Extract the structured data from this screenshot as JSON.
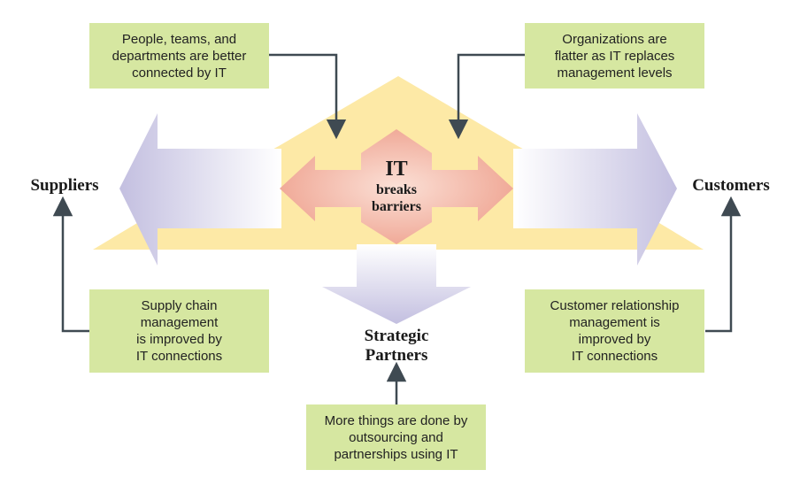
{
  "nodes": {
    "it_title": "IT",
    "it_subtitle": "breaks\nbarriers",
    "suppliers": "Suppliers",
    "customers": "Customers",
    "strategic_partners": "Strategic\nPartners"
  },
  "boxes": {
    "people_teams": "People, teams, and\ndepartments are better\nconnected by IT",
    "organizations_flatter": "Organizations are\nflatter as IT replaces\nmanagement levels",
    "supply_chain": "Supply chain\nmanagement\nis improved by\nIT connections",
    "customer_relationship": "Customer relationship\nmanagement is\nimproved by\nIT connections",
    "outsourcing": "More things are done by\noutsourcing and\npartnerships using IT"
  },
  "colors": {
    "house": "#fde9a6",
    "center_arrow": "#f1b0a0",
    "side_arrow": "#c5c1e2",
    "box_fill": "#d6e7a1",
    "connector": "#3f4a52"
  }
}
